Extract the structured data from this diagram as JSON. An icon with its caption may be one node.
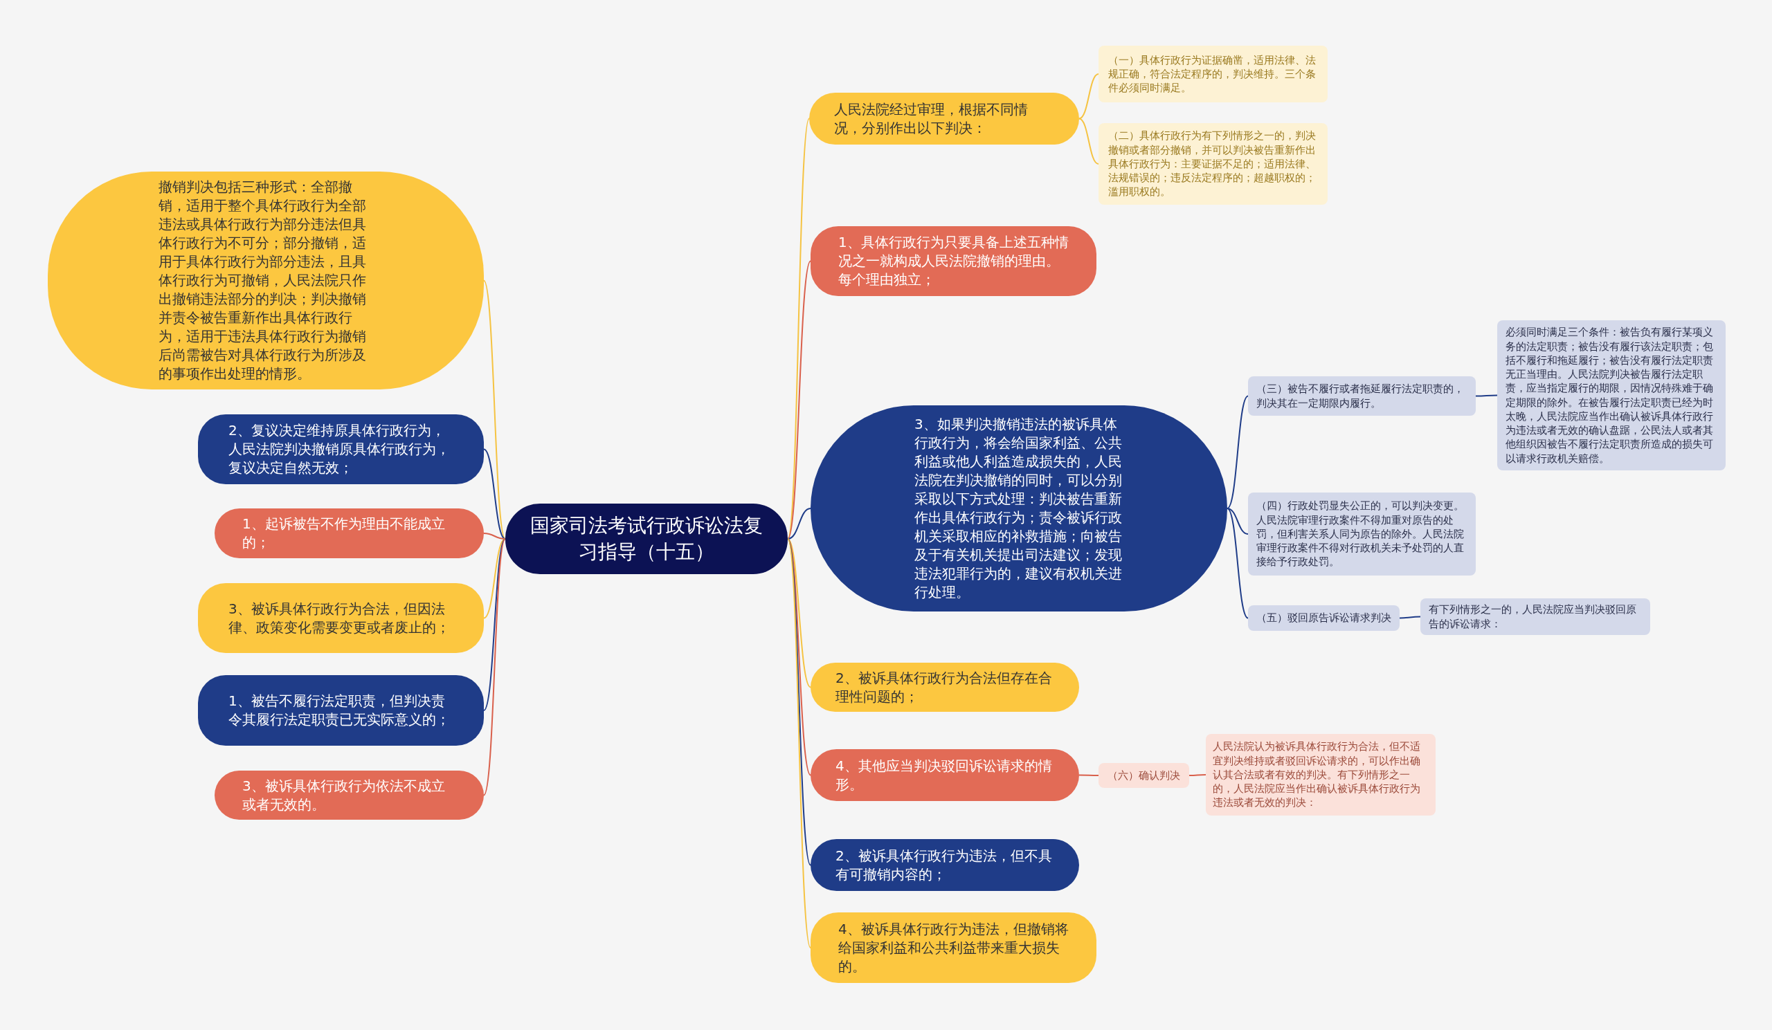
{
  "diagram": {
    "nodes": [
      {
        "text": [
          "国家司法考试行政诉讼法复习指导（十五）"
        ]
      },
      {
        "text": [
          "人民法院经过审理，根据不同情况，分别作出以下判决："
        ]
      },
      {
        "text": [
          "（一）具体行政行为证据确凿，适用法律、法规正确，符合法定程序的，判决维持。三个条件必须同时满足。"
        ]
      },
      {
        "text": [
          "（二）具体行政行为有下列情形之一的，判决撤销或者部分撤销，并可以判决被告重新作出具体行政行为：主要证据不足的；适用法律、法规错误的；违反法定程序的；超越职权的；滥用职权的。"
        ]
      },
      {
        "text": [
          "1、具体行政行为只要具备上述五种情况之一就构成人民法院撤销的理由。每个理由独立；"
        ]
      },
      {
        "text": [
          "3、如果判决撤销违法的被诉具体行政行为，将会给国家利益、公共利益或他人利益造成损失的，人民法院在判决撤销的同时，可以分别采取以下方式处理：判决被告重新作出具体行政行为；责令被诉行政机关采取相应的补救措施；向被告及于有关机关提出司法建议；发现违法犯罪行为的，建议有权机关进行处理。"
        ]
      },
      {
        "text": [
          "（三）被告不履行或者拖延履行法定职责的，判决其在一定期限内履行。"
        ]
      },
      {
        "text": [
          "必须同时满足三个条件：被告负有履行某项义务的法定职责；被告没有履行该法定职责；包括不履行和拖延履行；被告没有履行法定职责无正当理由。人民法院判决被告履行法定职责，应当指定履行的期限，因情况特殊难于确定期限的除外。在被告履行法定职责已经为时太晚，人民法院应当作出确认被诉具体行政行为违法或者无效的确认盘踞，公民法人或者其他组织因被告不履行法定职责所造成的损失可以请求行政机关赔偿。"
        ]
      },
      {
        "text": [
          "（四）行政处罚显失公正的，可以判决变更。人民法院审理行政案件不得加重对原告的处罚，但利害关系人同为原告的除外。人民法院审理行政案件不得对行政机关未予处罚的人直接给予行政处罚。"
        ]
      },
      {
        "text": [
          "（五）驳回原告诉讼请求判决"
        ]
      },
      {
        "text": [
          "有下列情形之一的，人民法院应当判决驳回原告的诉讼请求："
        ]
      },
      {
        "text": [
          "2、被诉具体行政行为合法但存在合理性问题的；"
        ]
      },
      {
        "text": [
          "4、其他应当判决驳回诉讼请求的情形。"
        ]
      },
      {
        "text": [
          "（六）确认判决"
        ]
      },
      {
        "text": [
          "人民法院认为被诉具体行政行为合法，但不适宜判决维持或者驳回诉讼请求的，可以作出确认其合法或者有效的判决。有下列情形之一的，人民法院应当作出确认被诉具体行政行为违法或者无效的判决："
        ]
      },
      {
        "text": [
          "2、被诉具体行政行为违法，但不具有可撤销内容的；"
        ]
      },
      {
        "text": [
          "4、被诉具体行政行为违法，但撤销将给国家利益和公共利益带来重大损失的。"
        ]
      },
      {
        "text": [
          "撤销判决包括三种形式：全部撤销，适用于整个具体行政行为全部违法或具体行政行为部分违法但具体行政行为不可分；部分撤销，适用于具体行政行为部分违法，且具体行政行为可撤销，人民法院只作出撤销违法部分的判决；判决撤销并责令被告重新作出具体行政行为，适用于违法具体行政行为撤销后尚需被告对具体行政行为所涉及的事项作出处理的情形。"
        ]
      },
      {
        "text": [
          "2、复议决定维持原具体行政行为，人民法院判决撤销原具体行政行为，复议决定自然无效；"
        ]
      },
      {
        "text": [
          "1、起诉被告不作为理由不能成立的；"
        ]
      },
      {
        "text": [
          "3、被诉具体行政行为合法，但因法律、政策变化需要变更或者废止的；"
        ]
      },
      {
        "text": [
          "1、被告不履行法定职责，但判决责令其履行法定职责已无实际意义的；"
        ]
      },
      {
        "text": [
          "3、被诉具体行政行为依法不成立或者无效的。"
        ]
      }
    ],
    "edges": [
      {
        "from": 0,
        "to": 1,
        "arrow": "none",
        "color": "#f5c342"
      },
      {
        "from": 1,
        "to": 2,
        "arrow": "none",
        "color": "#f5c342"
      },
      {
        "from": 1,
        "to": 3,
        "arrow": "none",
        "color": "#f5c342"
      },
      {
        "from": 0,
        "to": 4,
        "arrow": "none",
        "color": "#d9604c"
      },
      {
        "from": 0,
        "to": 5,
        "arrow": "none"
      },
      {
        "from": 5,
        "to": 6,
        "arrow": "none"
      },
      {
        "from": 6,
        "to": 7,
        "arrow": "none"
      },
      {
        "from": 5,
        "to": 8,
        "arrow": "none"
      },
      {
        "from": 5,
        "to": 9,
        "arrow": "none"
      },
      {
        "from": 9,
        "to": 10,
        "arrow": "none"
      },
      {
        "from": 0,
        "to": 11,
        "arrow": "none",
        "color": "#f5c342"
      },
      {
        "from": 0,
        "to": 12,
        "arrow": "none",
        "color": "#d9604c"
      },
      {
        "from": 12,
        "to": 13,
        "arrow": "none",
        "color": "#d9604c"
      },
      {
        "from": 13,
        "to": 14,
        "arrow": "none",
        "color": "#d9604c"
      },
      {
        "from": 0,
        "to": 15,
        "arrow": "none"
      },
      {
        "from": 0,
        "to": 16,
        "arrow": "none",
        "color": "#f5c342"
      },
      {
        "from": 0,
        "to": 17,
        "arrow": "none",
        "color": "#f5c342"
      },
      {
        "from": 0,
        "to": 18,
        "arrow": "none"
      },
      {
        "from": 0,
        "to": 19,
        "arrow": "none",
        "color": "#d9604c"
      },
      {
        "from": 0,
        "to": 20,
        "arrow": "none",
        "color": "#f5c342"
      },
      {
        "from": 0,
        "to": 21,
        "arrow": "none"
      },
      {
        "from": 0,
        "to": 22,
        "arrow": "none",
        "color": "#d9604c"
      }
    ]
  }
}
